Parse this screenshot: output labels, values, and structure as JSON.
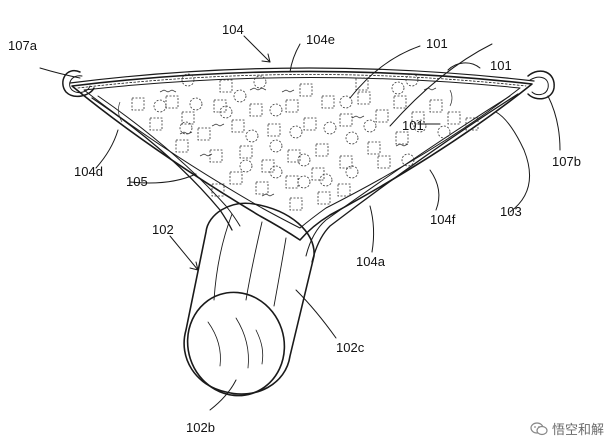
{
  "figure": {
    "labels": {
      "l107a": "107a",
      "l104": "104",
      "l104e": "104e",
      "l101a": "101",
      "l101b": "101",
      "l101c": "101",
      "l107b": "107b",
      "l104d": "104d",
      "l105": "105",
      "l104f": "104f",
      "l103": "103",
      "l102": "102",
      "l104a": "104a",
      "l102c": "102c",
      "l102b": "102b"
    }
  },
  "watermark": {
    "text": "悟空和解",
    "icon": "wechat-icon"
  }
}
